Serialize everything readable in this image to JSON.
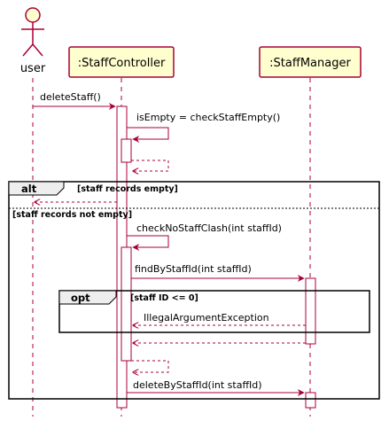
{
  "participants": {
    "actor": "user",
    "controller": ":StaffController",
    "manager": ":StaffManager"
  },
  "messages": {
    "delete_staff": "deleteStaff()",
    "is_empty": "isEmpty = checkStaffEmpty()",
    "check_clash": "checkNoStaffClash(int staffId)",
    "find_by_id": "findByStaffId(int staffId)",
    "illegal_arg": "IllegalArgumentException",
    "delete_by_id": "deleteByStaffId(int staffId)"
  },
  "fragments": {
    "alt_keyword": "alt",
    "alt_guard_1": "[staff records empty]",
    "alt_guard_2": "[staff records not empty]",
    "opt_keyword": "opt",
    "opt_guard": "[staff ID <= 0]"
  },
  "colors": {
    "participant_fill": "#fefecf",
    "participant_border": "#a80036",
    "arrow": "#a80036",
    "activation_fill": "#ffffff"
  }
}
